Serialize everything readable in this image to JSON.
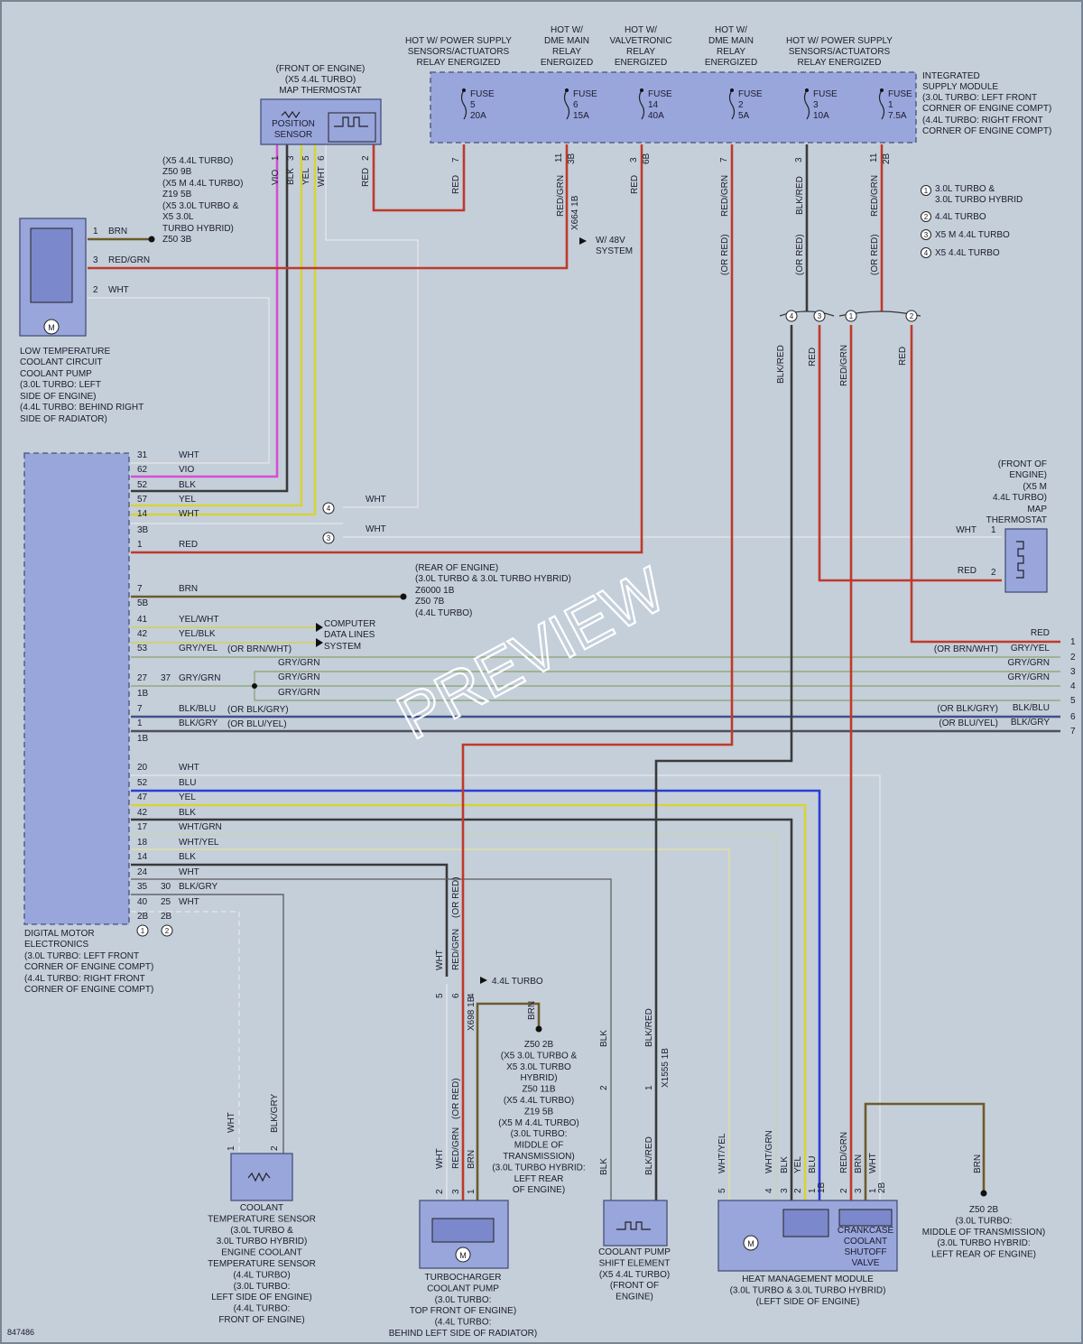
{
  "colors": {
    "background": "#c4cfda",
    "component_fill": "#99a6dc",
    "red": "#c0392b",
    "violet": "#d54fd1",
    "black": "#3a3a3a",
    "yellow": "#d8d23a",
    "white": "#f2f2f2",
    "brown": "#6e5a2c",
    "blue": "#2b3ed6",
    "gray_green": "#8aa06a",
    "blk_blu": "#40508c",
    "blk_gry": "#4f4f5c"
  },
  "watermark": "PREVIEW",
  "diagram_id": "847486",
  "legend": [
    {
      "num": "1",
      "text": "3.0L TURBO &"
    },
    {
      "num": "",
      "text": "3.0L TURBO HYBRID"
    },
    {
      "num": "2",
      "text": "4.4L TURBO"
    },
    {
      "num": "3",
      "text": "X5 M 4.4L TURBO"
    },
    {
      "num": "4",
      "text": "X5 4.4L TURBO"
    }
  ],
  "top_headers": [
    [
      "HOT W/ POWER SUPPLY",
      "SENSORS/ACTUATORS",
      "RELAY ENERGIZED"
    ],
    [
      "HOT W/",
      "DME MAIN",
      "RELAY",
      "ENERGIZED"
    ],
    [
      "HOT W/",
      "VALVETRONIC",
      "RELAY",
      "ENERGIZED"
    ],
    [
      "HOT W/",
      "DME MAIN",
      "RELAY",
      "ENERGIZED"
    ],
    [
      "HOT W/ POWER SUPPLY",
      "SENSORS/ACTUATORS",
      "RELAY ENERGIZED"
    ]
  ],
  "supply_module": {
    "title_lines": [
      "INTEGRATED",
      "SUPPLY MODULE",
      "(3.0L TURBO: LEFT FRONT",
      "CORNER OF ENGINE COMPT)",
      "(4.4L TURBO: RIGHT FRONT",
      "CORNER OF ENGINE COMPT)"
    ],
    "fuses": [
      {
        "label": "FUSE",
        "num": "5",
        "amps": "20A",
        "pin": "7"
      },
      {
        "label": "FUSE",
        "num": "6",
        "amps": "15A",
        "pin": "11",
        "pin2": "3B"
      },
      {
        "label": "FUSE",
        "num": "14",
        "amps": "40A",
        "pin": "3",
        "pin2": "6B"
      },
      {
        "label": "FUSE",
        "num": "2",
        "amps": "5A",
        "pin": "7"
      },
      {
        "label": "FUSE",
        "num": "3",
        "amps": "10A",
        "pin": "3"
      },
      {
        "label": "FUSE",
        "num": "1",
        "amps": "7.5A",
        "pin": "11",
        "pin2": "2B"
      }
    ]
  },
  "map_thermostat_top": {
    "title_lines": [
      "(FRONT OF ENGINE)",
      "(X5 4.4L TURBO)",
      "MAP THERMOSTAT"
    ],
    "inner_lines": [
      "POSITION",
      "SENSOR"
    ],
    "pins": [
      "1",
      "3",
      "5",
      "6",
      "2"
    ],
    "wires": [
      "VIO",
      "BLK",
      "YEL",
      "WHT",
      "RED"
    ]
  },
  "map_thermostat_right": {
    "title_lines": [
      "(FRONT OF",
      "ENGINE)",
      "(X5 M",
      "4.4L TURBO)",
      "MAP",
      "THERMOSTAT"
    ],
    "pin1": "1",
    "pin2": "2",
    "wire1": "WHT",
    "wire2": "RED"
  },
  "ground_top": [
    "(X5 4.4L TURBO)",
    "Z50 9B",
    "(X5 M 4.4L TURBO)",
    "Z19 5B",
    "(X5 3.0L TURBO &",
    "X5 3.0L",
    "TURBO HYBRID)",
    "Z50 3B"
  ],
  "low_temp_pump": {
    "label_lines": [
      "LOW TEMPERATURE",
      "COOLANT CIRCUIT",
      "COOLANT PUMP",
      "(3.0L TURBO: LEFT",
      "SIDE OF ENGINE)",
      "(4.4L TURBO: BEHIND RIGHT",
      "SIDE OF RADIATOR)"
    ],
    "pins": [
      {
        "pin": "1",
        "wire": "BRN"
      },
      {
        "pin": "3",
        "wire": "RED/GRN"
      },
      {
        "pin": "2",
        "wire": "WHT"
      }
    ]
  },
  "connector_x664": {
    "label": "X664 1B",
    "note_lines": [
      "W/ 48V",
      "SYSTEM"
    ],
    "wire": "RED/GRN"
  },
  "vertical_wires": {
    "fuse5": "RED",
    "fuse14": "RED",
    "fuse2": "RED/GRN",
    "fuse2_alt": "(OR RED)",
    "fuse3": "BLK/RED",
    "fuse3_alt": "(OR RED)",
    "fuse1": "RED/GRN",
    "fuse1_alt": "(OR RED)",
    "split_a": "BLK/RED",
    "split_b": "RED",
    "split_c": "RED/GRN",
    "split_d": "RED"
  },
  "split_callouts": [
    "4",
    "3",
    "1",
    "2"
  ],
  "dme": {
    "label_lines": [
      "DIGITAL MOTOR",
      "ELECTRONICS",
      "(3.0L TURBO: LEFT FRONT",
      "CORNER OF ENGINE COMPT)",
      "(4.4L TURBO: RIGHT FRONT",
      "CORNER OF ENGINE COMPT)"
    ],
    "rows": [
      {
        "pin": "31",
        "wire": "WHT"
      },
      {
        "pin": "62",
        "wire": "VIO"
      },
      {
        "pin": "52",
        "wire": "BLK"
      },
      {
        "pin": "57",
        "wire": "YEL"
      },
      {
        "pin": "14",
        "wire": "WHT"
      },
      {
        "pin": "3B",
        "wire": ""
      },
      {
        "pin": "1",
        "wire": "RED"
      },
      {
        "pin": "7",
        "wire": "BRN"
      },
      {
        "pin": "5B",
        "wire": ""
      },
      {
        "pin": "41",
        "wire": "YEL/WHT"
      },
      {
        "pin": "42",
        "wire": "YEL/BLK"
      },
      {
        "pin": "53",
        "wire": "GRY/YEL",
        "alt": "(OR BRN/WHT)"
      },
      {
        "pin": "27",
        "pin2": "37",
        "wire": "GRY/GRN"
      },
      {
        "pin": "1B",
        "wire": ""
      },
      {
        "pin": "7",
        "wire": "BLK/BLU",
        "alt": "(OR BLK/GRY)"
      },
      {
        "pin": "1",
        "wire": "BLK/GRY",
        "alt": "(OR BLU/YEL)"
      },
      {
        "pin": "1B",
        "wire": ""
      },
      {
        "pin": "20",
        "wire": "WHT"
      },
      {
        "pin": "52",
        "wire": "BLU"
      },
      {
        "pin": "47",
        "wire": "YEL"
      },
      {
        "pin": "42",
        "wire": "BLK"
      },
      {
        "pin": "17",
        "wire": "WHT/GRN"
      },
      {
        "pin": "18",
        "wire": "WHT/YEL"
      },
      {
        "pin": "14",
        "wire": "BLK"
      },
      {
        "pin": "24",
        "wire": "WHT"
      },
      {
        "pin": "35",
        "pin2": "30",
        "wire": "BLK/GRY"
      },
      {
        "pin": "40",
        "pin2": "25",
        "wire": "WHT"
      },
      {
        "pin": "2B",
        "pin2": "2B",
        "wire": ""
      }
    ],
    "footer_callouts": [
      "1",
      "2"
    ]
  },
  "white_variant": {
    "wire1": "WHT",
    "wire2": "WHT",
    "callout1": "4",
    "callout2": "3"
  },
  "rear_ground": [
    "(REAR OF ENGINE)",
    "(3.0L TURBO & 3.0L TURBO HYBRID)",
    "Z6000 1B",
    "Z50 7B",
    "(4.4L TURBO)"
  ],
  "data_lines": [
    "COMPUTER",
    "DATA LINES",
    "SYSTEM"
  ],
  "data_wires": [
    "GRY/GRN",
    "GRY/GRN",
    "GRY/GRN"
  ],
  "right_edge": [
    {
      "num": "1",
      "wire": "RED",
      "alt": ""
    },
    {
      "num": "2",
      "wire": "GRY/YEL",
      "alt": "(OR BRN/WHT)"
    },
    {
      "num": "3",
      "wire": "GRY/GRN",
      "alt": ""
    },
    {
      "num": "4",
      "wire": "GRY/GRN",
      "alt": ""
    },
    {
      "num": "5",
      "wire": "GRY/GRN",
      "alt": ""
    },
    {
      "num": "6",
      "wire": "BLK/BLU",
      "alt": "(OR BLK/GRY)"
    },
    {
      "num": "7",
      "wire": "BLK/GRY",
      "alt": "(OR BLU/YEL)"
    }
  ],
  "coolant_temp_sensor": {
    "label_lines": [
      "COOLANT",
      "TEMPERATURE SENSOR",
      "(3.0L TURBO &",
      "3.0L TURBO HYBRID)",
      "ENGINE COOLANT",
      "TEMPERATURE SENSOR",
      "(4.4L TURBO)",
      "(3.0L TURBO:",
      "LEFT SIDE OF ENGINE)",
      "(4.4L TURBO:",
      "FRONT OF ENGINE)"
    ],
    "pins": [
      "1",
      "2"
    ],
    "wires": [
      "WHT",
      "BLK/GRY"
    ]
  },
  "turbo_pump": {
    "label_lines": [
      "TURBOCHARGER",
      "COOLANT PUMP",
      "(3.0L TURBO:",
      "TOP FRONT OF ENGINE)",
      "(4.4L TURBO:",
      "BEHIND LEFT SIDE OF RADIATOR)"
    ],
    "pins": [
      "2",
      "3",
      "1"
    ],
    "wires": [
      "WHT",
      "RED/GRN",
      "(OR RED)",
      "BRN"
    ],
    "connector": "X698 1B",
    "conn_pins": [
      "5",
      "6",
      "4"
    ],
    "conn_note": "4.4L TURBO",
    "upper_wires": [
      "WHT",
      "RED/GRN",
      "(OR RED)",
      "BRN"
    ]
  },
  "mid_ground": [
    "Z50 2B",
    "(X5 3.0L TURBO &",
    "X5 3.0L TURBO",
    "HYBRID)",
    "Z50 11B",
    "(X5 4.4L TURBO)",
    "Z19 5B",
    "(X5 M 4.4L TURBO)",
    "(3.0L TURBO:",
    "MIDDLE OF",
    "TRANSMISSION)",
    "(3.0L TURBO HYBRID:",
    "LEFT REAR",
    "OF ENGINE)"
  ],
  "shift_element": {
    "label_lines": [
      "COOLANT PUMP",
      "SHIFT ELEMENT",
      "(X5 4.4L TURBO)",
      "(FRONT OF",
      "ENGINE)"
    ],
    "pins": [
      "2",
      "1"
    ],
    "wires": [
      "BLK",
      "BLK/RED"
    ],
    "connector": "X1555 1B"
  },
  "heat_module": {
    "label_lines": [
      "HEAT MANAGEMENT MODULE",
      "(3.0L TURBO & 3.0L TURBO HYBRID)",
      "(LEFT SIDE OF ENGINE)"
    ],
    "valve_lines": [
      "CRANKCASE",
      "COOLANT",
      "SHUTOFF",
      "VALVE"
    ],
    "pins": [
      "5",
      "4",
      "3",
      "2",
      "1",
      "1B",
      "2",
      "3",
      "1",
      "2B"
    ],
    "wires": [
      "WHT/YEL",
      "WHT/GRN",
      "BLK",
      "YEL",
      "BLU",
      "RED/GRN",
      "BRN",
      "WHT"
    ]
  },
  "right_ground": [
    "Z50 2B",
    "(3.0L TURBO:",
    "MIDDLE OF TRANSMISSION)",
    "(3.0L TURBO HYBRID:",
    "LEFT REAR OF ENGINE)"
  ],
  "right_ground_wire": "BRN"
}
